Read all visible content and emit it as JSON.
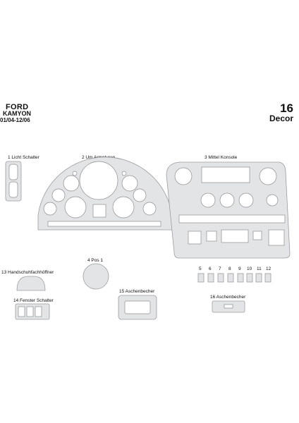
{
  "header": {
    "brand": "FORD",
    "model": "KAMYON",
    "years": "01/04-12/06",
    "piece_count": "16",
    "piece_word": "Decor"
  },
  "parts": [
    {
      "label": "1 Licht Schalter"
    },
    {
      "label": "2  Um Armaturen"
    },
    {
      "label": "3  Mittel Konsole"
    },
    {
      "label": "4  Pos 1"
    },
    {
      "label": "13  Handschuhfachhöffner"
    },
    {
      "label": "14  Fenster Schalter"
    },
    {
      "label": "15  Aschenbecher"
    },
    {
      "label": "16  Aschenbecher"
    }
  ],
  "small_tabs": [
    "5",
    "6",
    "7",
    "8",
    "9",
    "10",
    "11",
    "12"
  ],
  "colors": {
    "part_fill": "#e3e4e6",
    "part_edge": "#9a9ca0",
    "background": "#ffffff"
  }
}
